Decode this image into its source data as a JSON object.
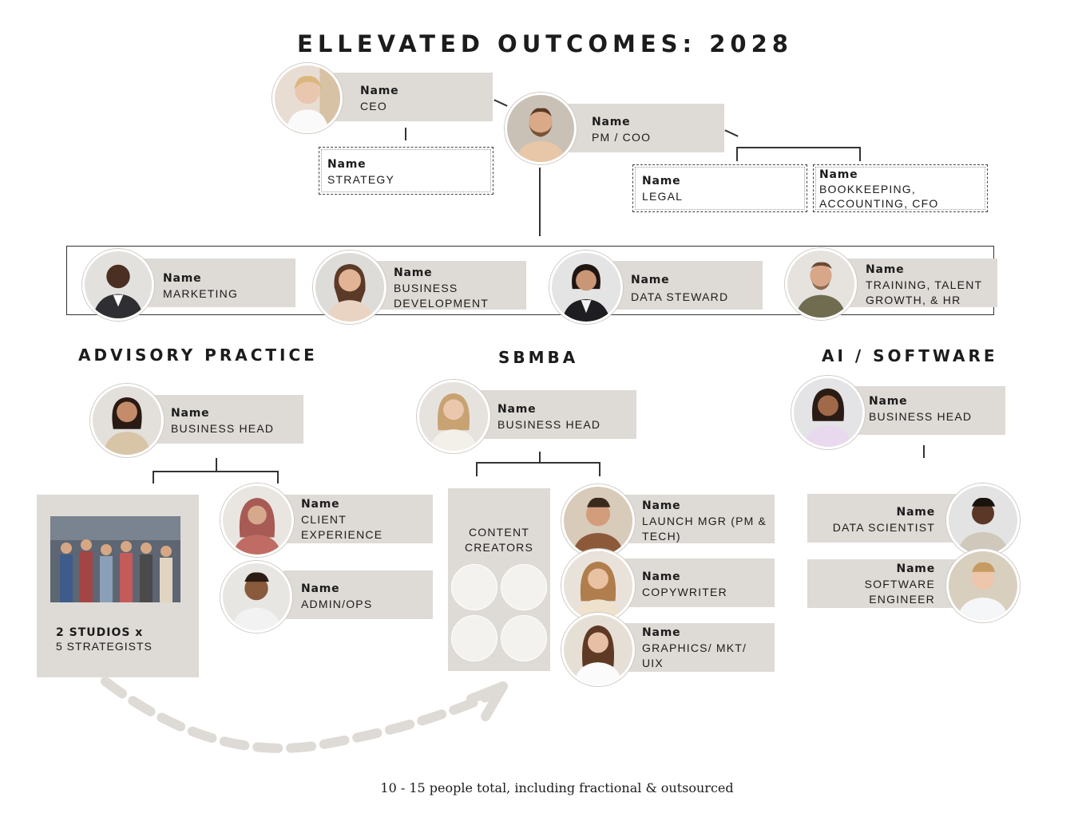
{
  "title": "ELLEVATED OUTCOMES: 2028",
  "leadership": {
    "ceo": {
      "name": "Name",
      "role": "CEO"
    },
    "coo": {
      "name": "Name",
      "role": "PM / COO"
    },
    "strategy": {
      "name": "Name",
      "role": "STRATEGY"
    },
    "legal": {
      "name": "Name",
      "role": "LEGAL"
    },
    "bookkeeping": {
      "name": "Name",
      "role_l1": "BOOKKEEPING,",
      "role_l2": "ACCOUNTING, CFO"
    }
  },
  "core_team": [
    {
      "name": "Name",
      "role_l1": "MARKETING",
      "role_l2": ""
    },
    {
      "name": "Name",
      "role_l1": "BUSINESS",
      "role_l2": "DEVELOPMENT"
    },
    {
      "name": "Name",
      "role_l1": "DATA STEWARD",
      "role_l2": ""
    },
    {
      "name": "Name",
      "role_l1": "TRAINING, TALENT",
      "role_l2": "GROWTH, & HR"
    }
  ],
  "sections": {
    "advisory": "ADVISORY PRACTICE",
    "sbmba": "SBMBA",
    "ai": "AI / SOFTWARE"
  },
  "advisory": {
    "head": {
      "name": "Name",
      "role": "BUSINESS HEAD"
    },
    "studios_l1": "2 STUDIOS x",
    "studios_l2": "5 STRATEGISTS",
    "client_experience": {
      "name": "Name",
      "role_l1": "CLIENT",
      "role_l2": "EXPERIENCE"
    },
    "admin": {
      "name": "Name",
      "role": "ADMIN/OPS"
    }
  },
  "sbmba": {
    "head": {
      "name": "Name",
      "role": "BUSINESS HEAD"
    },
    "content_l1": "CONTENT",
    "content_l2": "CREATORS",
    "launch": {
      "name": "Name",
      "role_l1": "LAUNCH MGR (PM &",
      "role_l2": "TECH)"
    },
    "copywriter": {
      "name": "Name",
      "role": "COPYWRITER"
    },
    "graphics": {
      "name": "Name",
      "role_l1": "GRAPHICS/ MKT/",
      "role_l2": "UIX"
    }
  },
  "ai": {
    "head": {
      "name": "Name",
      "role": "BUSINESS HEAD"
    },
    "data_scientist": {
      "name": "Name",
      "role": "DATA SCIENTIST"
    },
    "software": {
      "name": "Name",
      "role_l1": "SOFTWARE",
      "role_l2": "ENGINEER"
    }
  },
  "footer": "10 - 15 people total, including fractional & outsourced",
  "colors": {
    "card": "#dedad5",
    "text": "#1c1c1c",
    "arrow": "#dedad5"
  }
}
